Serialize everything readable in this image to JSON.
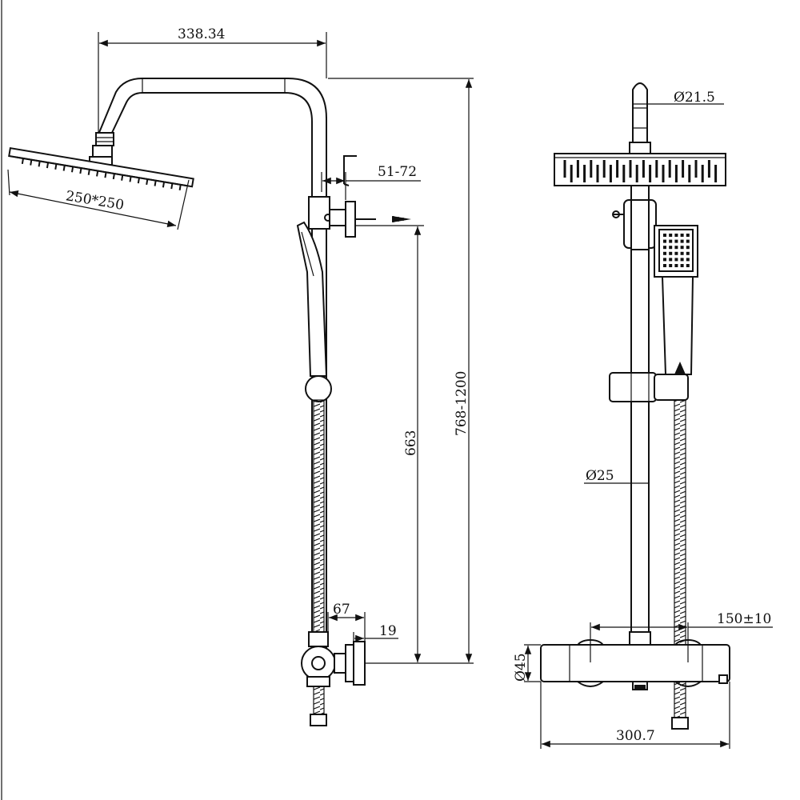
{
  "dimensions": {
    "arm_length": "338.34",
    "head_size": "250*250",
    "wall_bracket_adjust": "51-72",
    "pipe_diameter_top": "Ø21.5",
    "total_height": "768-1200",
    "bracket_to_valve": "663",
    "riser_diameter": "Ø25",
    "valve_projection": "67",
    "valve_inlet": "19",
    "inlet_centres": "150±10",
    "valve_diameter": "Ø45",
    "valve_width": "300.7"
  },
  "colors": {
    "line": "#111111",
    "background": "#ffffff"
  }
}
